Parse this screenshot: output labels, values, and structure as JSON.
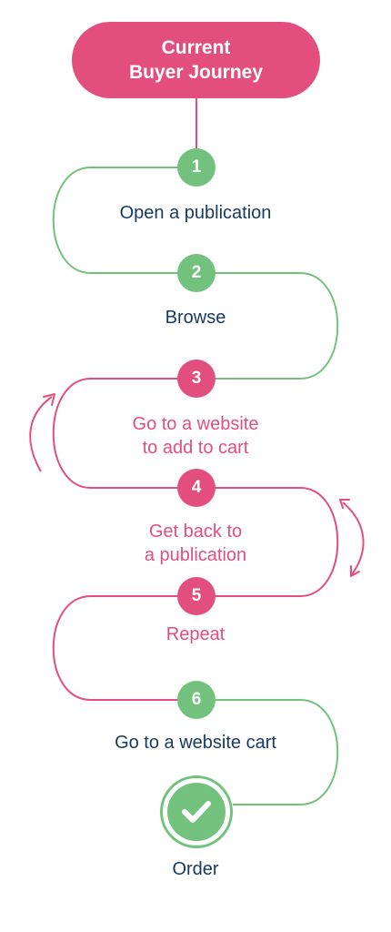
{
  "title": "Current\nBuyer Journey",
  "steps": [
    {
      "num": "1",
      "label": "Open a publication",
      "color": "#72c27d"
    },
    {
      "num": "2",
      "label": "Browse",
      "color": "#72c27d"
    },
    {
      "num": "3",
      "label": "Go to a website\nto add to cart",
      "color": "#e24f7e"
    },
    {
      "num": "4",
      "label": "Get back to\na publication",
      "color": "#e24f7e"
    },
    {
      "num": "5",
      "label": "Repeat",
      "color": "#e24f7e"
    },
    {
      "num": "6",
      "label": "Go to a website cart",
      "color": "#72c27d"
    }
  ],
  "final": {
    "label": "Order",
    "icon": "check-icon"
  },
  "colors": {
    "pink": "#e24f7e",
    "green": "#72c27d",
    "navy": "#173a63"
  }
}
